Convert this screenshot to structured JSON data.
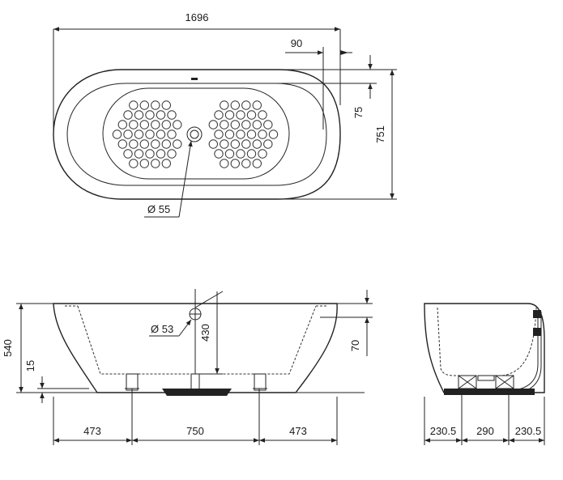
{
  "top_view": {
    "dim_overall_length": "1696",
    "dim_rim_offset": "90",
    "dim_rim_width": "75",
    "dim_overall_width": "751",
    "dim_drain_diameter": "Ø 55"
  },
  "front_view": {
    "dim_height": "540",
    "dim_feet_clearance": "15",
    "dim_overflow_diameter": "Ø 53",
    "dim_overflow_height": "430",
    "dim_rim_drop": "70",
    "dim_left_span": "473",
    "dim_center_span": "750",
    "dim_right_span": "473"
  },
  "side_view": {
    "dim_left_span": "230.5",
    "dim_center_span": "290",
    "dim_right_span": "230.5"
  }
}
